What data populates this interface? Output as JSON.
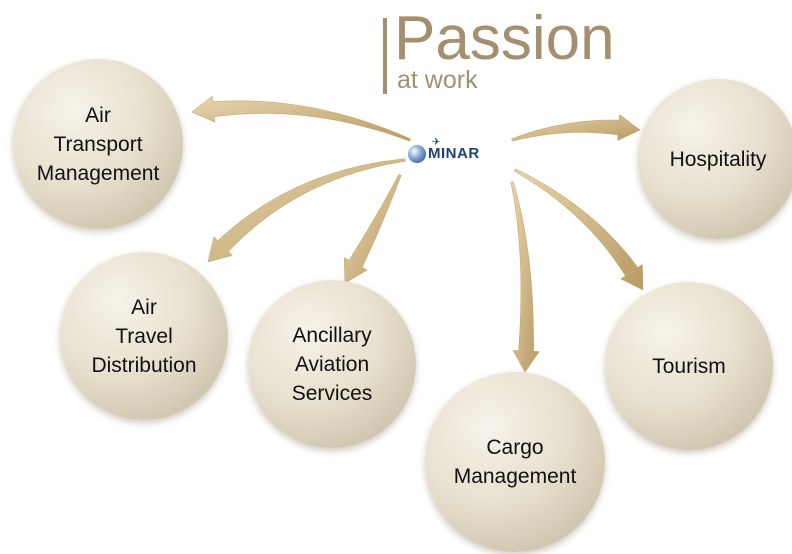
{
  "heading": {
    "title": "Passion",
    "subtitle": "at work"
  },
  "logo": {
    "text": "MINAR"
  },
  "colors": {
    "heading": "#a48f6e",
    "bar": "#a48f6e",
    "arrow": "#c9a96e",
    "logo_text": "#1d3f7a"
  },
  "nodes": [
    {
      "id": "air-transport-management",
      "lines": [
        "Air",
        "Transport",
        "Management"
      ]
    },
    {
      "id": "hospitality",
      "lines": [
        "Hospitality"
      ]
    },
    {
      "id": "air-travel-distribution",
      "lines": [
        "Air",
        "Travel",
        "Distribution"
      ]
    },
    {
      "id": "ancillary-aviation-services",
      "lines": [
        "Ancillary",
        "Aviation",
        "Services"
      ]
    },
    {
      "id": "cargo-management",
      "lines": [
        "Cargo",
        "Management"
      ]
    },
    {
      "id": "tourism",
      "lines": [
        "Tourism"
      ]
    }
  ]
}
